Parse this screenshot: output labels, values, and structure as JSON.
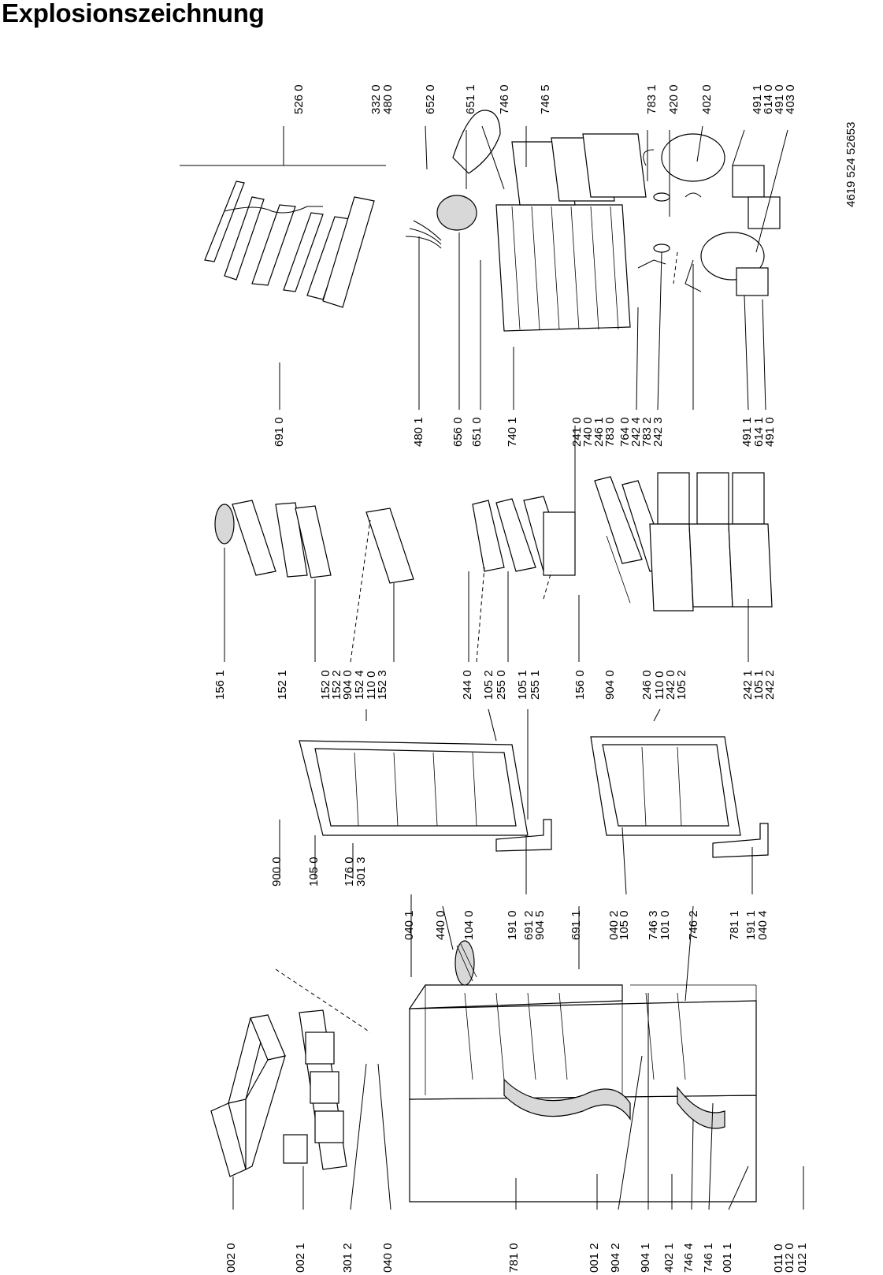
{
  "title": "Explosionszeichnung",
  "document_number": "4619 524 52653",
  "columns": {
    "col1": [
      "002 0",
      "002 1",
      "301 2",
      "040 0",
      "781 0",
      "001 2",
      "904 2",
      "904 1",
      "402 1",
      "746 4",
      "746 1",
      "001 1",
      "011 0",
      "012 0",
      "012 1"
    ],
    "col2_top": [
      "040 1",
      "440 0",
      "104 0",
      "191 0",
      "691 2",
      "904 5",
      "691 1",
      "040 2",
      "105 0",
      "746 3",
      "101 0",
      "746 2",
      "781 1",
      "191 1",
      "040 4"
    ],
    "col2_door": [
      "900 0",
      "105 0",
      "176 0",
      "301 3"
    ],
    "col3_upper": [
      "156 1",
      "152 1",
      "152 0",
      "152 2",
      "904 0",
      "152 4",
      "110 0",
      "152 3",
      "244 0",
      "105 2",
      "255 0",
      "105 1",
      "255 1",
      "156 0"
    ],
    "col3_lower": [
      "904 0",
      "246 0",
      "110 0",
      "242 0",
      "105 2",
      "242 1",
      "105 1",
      "242 2"
    ],
    "col4": [
      "691 0",
      "480 1",
      "656 0",
      "651 0",
      "740 1",
      "241 0",
      "740 0",
      "246 1",
      "783 0",
      "764 0",
      "242 4",
      "783 2",
      "242 3",
      "491 1",
      "614 1",
      "491 0"
    ],
    "col5": [
      "526 0",
      "332 0",
      "480 0",
      "652 0",
      "651 1",
      "746 0",
      "746 5",
      "783 1",
      "420 0",
      "402 0",
      "491 1",
      "614 0",
      "491 0",
      "403 0"
    ]
  }
}
